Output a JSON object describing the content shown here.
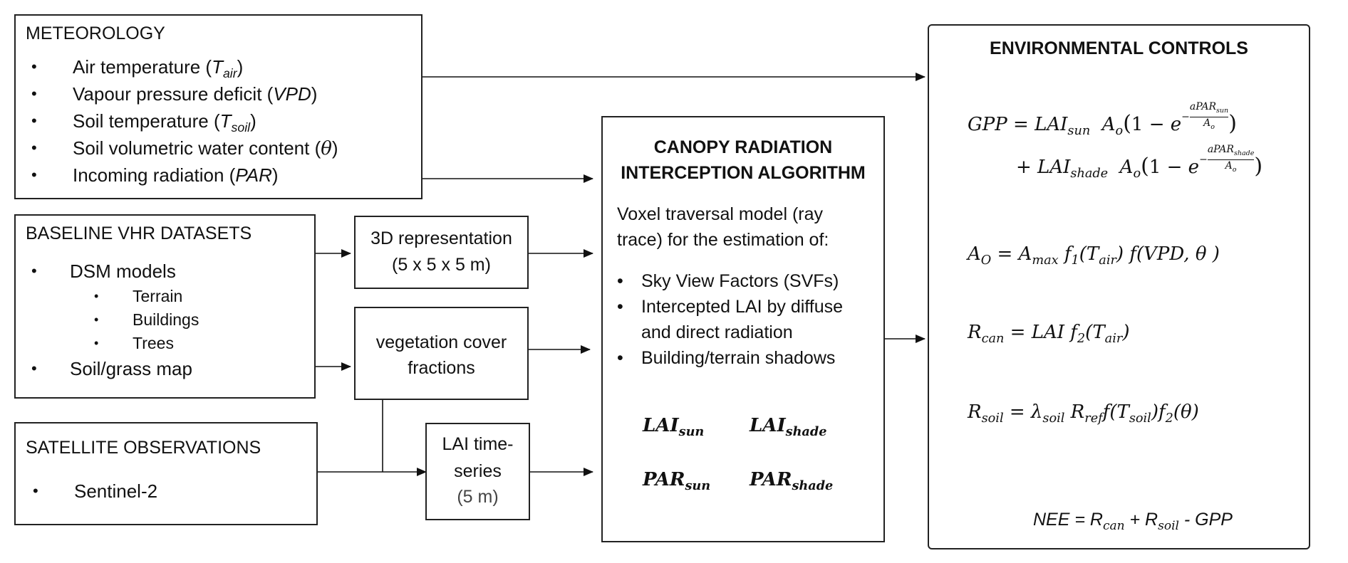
{
  "meteorology": {
    "title": "METEOROLOGY",
    "items": [
      {
        "label": "Air temperature (",
        "symbol": "T",
        "sub": "air",
        "close": ")"
      },
      {
        "label": "Vapour pressure deficit (",
        "symbol": "VPD",
        "sub": "",
        "close": ")"
      },
      {
        "label": "Soil temperature (",
        "symbol": "T",
        "sub": "soil",
        "close": ")"
      },
      {
        "label": "Soil volumetric water content (",
        "symbol": "θ",
        "sub": "",
        "close": ")"
      },
      {
        "label": "Incoming radiation (",
        "symbol": "PAR",
        "sub": "",
        "close": ")"
      }
    ]
  },
  "baseline": {
    "title": "BASELINE VHR DATASETS",
    "dsm": "DSM models",
    "sub_items": [
      "Terrain",
      "Buildings",
      "Trees"
    ],
    "soil": "Soil/grass map"
  },
  "satellite": {
    "title": "SATELLITE OBSERVATIONS",
    "item": "Sentinel-2"
  },
  "representation": {
    "line1": "3D representation",
    "line2": "(5 x 5 x 5 m)"
  },
  "vegetation": {
    "line1": "vegetation cover",
    "line2": "fractions"
  },
  "lai_series": {
    "line1": "LAI time-",
    "line2": "series",
    "line3": "(5 m)"
  },
  "canopy": {
    "title1": "CANOPY RADIATION",
    "title2": "INTERCEPTION ALGORITHM",
    "desc1": "Voxel traversal model (ray",
    "desc2": "trace) for the estimation of:",
    "bullets": [
      "Sky View Factors (SVFs)",
      "Intercepted LAI by diffuse",
      "and direct radiation",
      "Building/terrain shadows"
    ],
    "outputs": {
      "lai": "LAI",
      "par": "PAR",
      "sun": "sun",
      "shade": "shade"
    }
  },
  "env": {
    "title": "ENVIRONMENTAL CONTROLS",
    "gpp_lhs": "GPP = LAI",
    "gpp_sun": "sun",
    "ao": "A",
    "ao_sub": "o",
    "one_minus_e": "(1 − e",
    "exp_num_sun": "aPAR",
    "exp_num_sub_sun": "sun",
    "exp_den": "A",
    "exp_den_sub": "o",
    "gpp_plus": "+ LAI",
    "gpp_shade": "shade",
    "exp_num_sub_shade": "shade",
    "close_paren": ")",
    "minus": "−",
    "ao_eq_lhs": "A",
    "ao_eq_lhs_sub": "O",
    "ao_eq_mid": " = A",
    "ao_eq_max": "max",
    "ao_eq_f1": " f",
    "ao_eq_f1_sub": "1",
    "ao_eq_tail1": "(T",
    "ao_eq_air": "air",
    "ao_eq_tail2": ") f(VPD, θ )",
    "rcan_lhs": "R",
    "rcan_sub": "can",
    "rcan_mid": " = LAI  f",
    "rcan_f_sub": "2",
    "rcan_tail": "(T",
    "rcan_air": "air",
    "rcan_end": ")",
    "rsoil_lhs": "R",
    "rsoil_sub": "soil",
    "rsoil_mid": " = λ",
    "rsoil_lambda_sub": "soil",
    "rsoil_r": " R",
    "rsoil_ref": "ref",
    "rsoil_f": "f(T",
    "rsoil_tsoil": "soil",
    "rsoil_f2": ")f",
    "rsoil_f2_sub": "2",
    "rsoil_end": "(θ)",
    "nee_lhs": "NEE = R",
    "nee_can": "can",
    "nee_plus": " + R",
    "nee_soil": "soil",
    "nee_tail": " - GPP"
  }
}
